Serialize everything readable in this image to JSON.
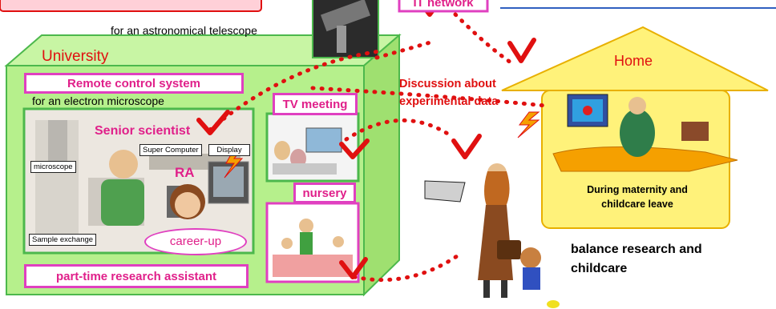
{
  "top_left_box": "",
  "top_right_box": "IT network",
  "astro_caption": "for an astronomical telescope",
  "university_label": "University",
  "remote_control_label": "Remote control system",
  "electron_caption": "for an electron microscope",
  "senior_scientist_label": "Senior scientist",
  "super_computer_label": "Super Computer",
  "display_label": "Display",
  "microscope_label": "microscope",
  "ra_label": "RA",
  "sample_exchange_label": "Sample exchange",
  "career_up_label": "career-up",
  "part_time_label": "part-time research assistant",
  "tv_meeting_label": "TV meeting",
  "nursery_label": "nursery",
  "discussion_label_line1": "Discussion about",
  "discussion_label_line2": "experimental data",
  "home_label": "Home",
  "maternity_line1": "During maternity and",
  "maternity_line2": "childcare leave",
  "balance_line1": "balance research and",
  "balance_line2": "childcare",
  "colors": {
    "university_green": "#b6f08c",
    "university_border": "#4cb84c",
    "home_yellow": "#fff27a",
    "house_border": "#e8b000",
    "accent_red": "#e01010",
    "pink": "#e040c0"
  }
}
